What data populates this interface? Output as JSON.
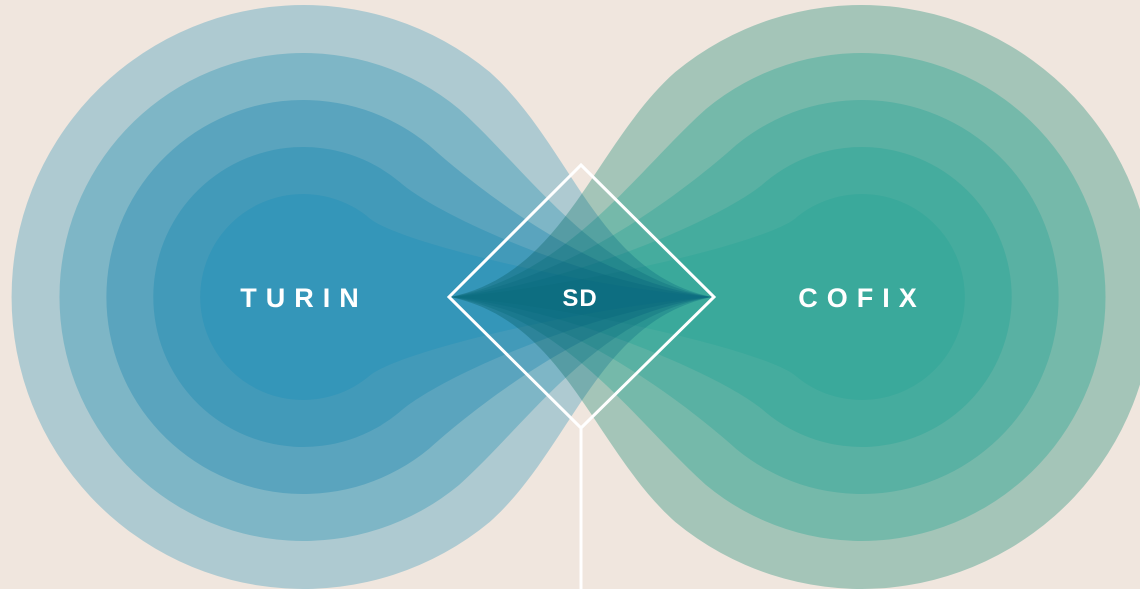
{
  "background": "#f0e6de",
  "labels": {
    "left": "TURIN",
    "center": "SD",
    "right": "COFIX"
  },
  "left_ring_colors": [
    "#a8c8cf",
    "#7ab4c4",
    "#57a3bd",
    "#4099b9",
    "#3396b8"
  ],
  "right_ring_colors": [
    "#9ad3ca",
    "#66c5bb",
    "#45bbb1",
    "#2fb5ab",
    "#22b2a7"
  ],
  "connector_color": "#ffffff"
}
